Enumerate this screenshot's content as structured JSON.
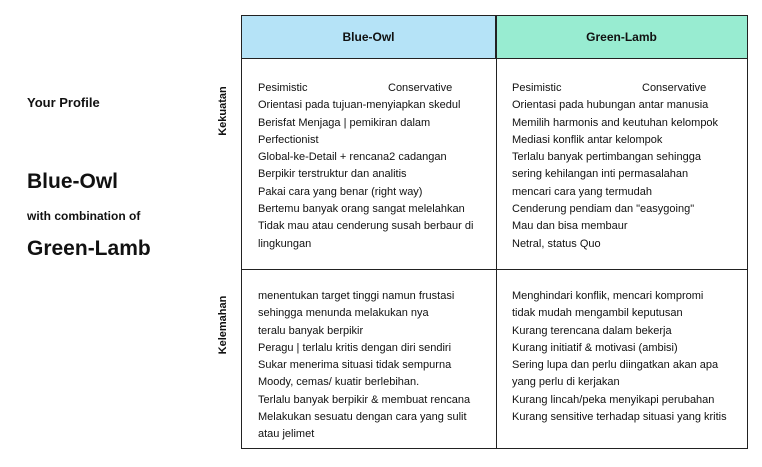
{
  "profile": {
    "label": "Your Profile",
    "primary": "Blue-Owl",
    "with": "with combination of",
    "secondary": "Green-Lamb"
  },
  "rows": {
    "strengths": "Kekuatan",
    "weaknesses": "Kelemahan"
  },
  "columns": {
    "a": "Blue-Owl",
    "b": "Green-Lamb"
  },
  "colors": {
    "header_a": "#b5e3f7",
    "header_b": "#98ecd1",
    "border": "#222222"
  },
  "blue_owl": {
    "tag1": "Pesimistic",
    "tag2": "Conservative",
    "strengths": [
      "Orientasi pada tujuan-menyiapkan skedul",
      "Berisfat Menjaga | pemikiran dalam",
      "Perfectionist",
      "Global-ke-Detail + rencana2 cadangan",
      "Berpikir terstruktur dan analitis",
      "Pakai cara yang benar (right way)",
      "Bertemu banyak orang sangat melelahkan",
      "Tidak mau atau cenderung susah berbaur di",
      "lingkungan"
    ],
    "weaknesses": [
      "menentukan target tinggi namun frustasi",
      "sehingga menunda melakukan nya",
      "teralu banyak berpikir",
      "Peragu | terlalu kritis dengan diri sendiri",
      "Sukar menerima situasi tidak sempurna",
      "Moody, cemas/ kuatir berlebihan.",
      "Terlalu banyak berpikir & membuat rencana",
      "Melakukan sesuatu dengan cara yang sulit",
      "atau jelimet"
    ]
  },
  "green_lamb": {
    "tag1": "Pesimistic",
    "tag2": "Conservative",
    "strengths": [
      "Orientasi pada hubungan antar manusia",
      "Memilih harmonis and keutuhan kelompok",
      "Mediasi konflik antar kelompok",
      "Terlalu banyak pertimbangan sehingga",
      "sering kehilangan inti permasalahan",
      "mencari cara yang termudah",
      "Cenderung pendiam dan \"easygoing\"",
      "Mau dan bisa membaur",
      "Netral, status Quo"
    ],
    "weaknesses": [
      "Menghindari konflik,  mencari kompromi",
      "tidak mudah mengambil keputusan",
      "Kurang terencana dalam bekerja",
      "Kurang initiatif & motivasi (ambisi)",
      "Sering lupa dan perlu diingatkan akan apa",
      "yang perlu di kerjakan",
      "Kurang lincah/peka menyikapi perubahan",
      "Kurang sensitive terhadap situasi yang kritis"
    ]
  }
}
